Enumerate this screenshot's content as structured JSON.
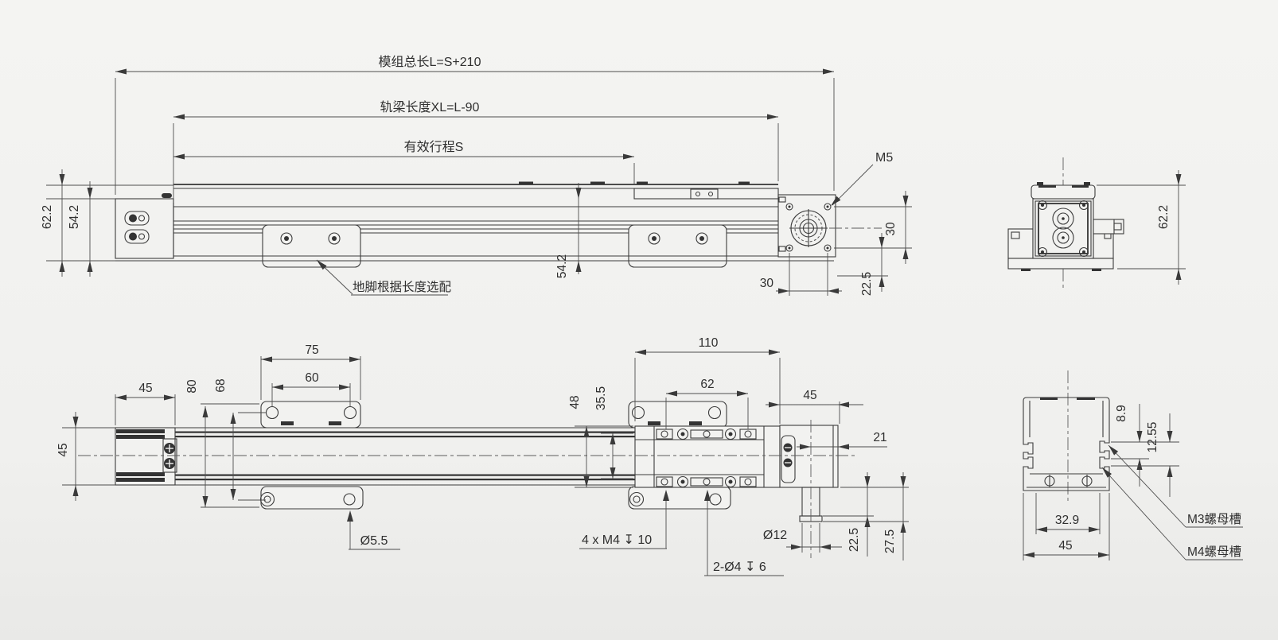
{
  "colors": {
    "background": "#f1f1ef",
    "line": "#3c3c3c",
    "dim_line": "#4d4d4d",
    "text": "#2f2f2f"
  },
  "side_view": {
    "dim_total_length": "模组总长L=S+210",
    "dim_rail_length": "轨梁长度XL=L-90",
    "dim_stroke": "有效行程S",
    "dim_height_overall": "62.2",
    "dim_height_body": "54.2",
    "dim_height_body_mid": "54.2",
    "label_foot_note": "地脚根据长度选配",
    "label_motor_hole": "M5",
    "dim_hole_spacing_vertical": "30",
    "dim_hole_spacing_horizontal": "30",
    "dim_hole_offset": "22.5"
  },
  "end_view": {
    "dim_height": "62.2"
  },
  "bottom_view": {
    "dim_rail_width": "45",
    "dim_end_block_length": "45",
    "dim_foot_length": "75",
    "dim_foot_hole_spacing": "60",
    "dim_flange_outer": "80",
    "dim_flange_hole_spacing": "68",
    "dim_carriage_length": "110",
    "dim_carriage_hole_spacing": "62",
    "dim_carriage_width": "48",
    "dim_carriage_inner": "35.5",
    "dim_motor_block_length": "45",
    "dim_shaft_offset": "21",
    "label_foot_hole_dia": "Ø5.5",
    "label_carriage_thread_holes": "4 x M4 ↧ 10",
    "label_pin_holes": "2-Ø4 ↧ 6",
    "label_shaft_dia": "Ø12",
    "dim_shaft_step": "22.5",
    "dim_shaft_length": "27.5"
  },
  "section_view": {
    "dim_slot_top_offset": "8.9",
    "dim_slot_depth": "12.55",
    "dim_slot_spacing": "32.9",
    "dim_profile_width": "45",
    "label_m3_slot": "M3螺母槽",
    "label_m4_slot": "M4螺母槽"
  }
}
